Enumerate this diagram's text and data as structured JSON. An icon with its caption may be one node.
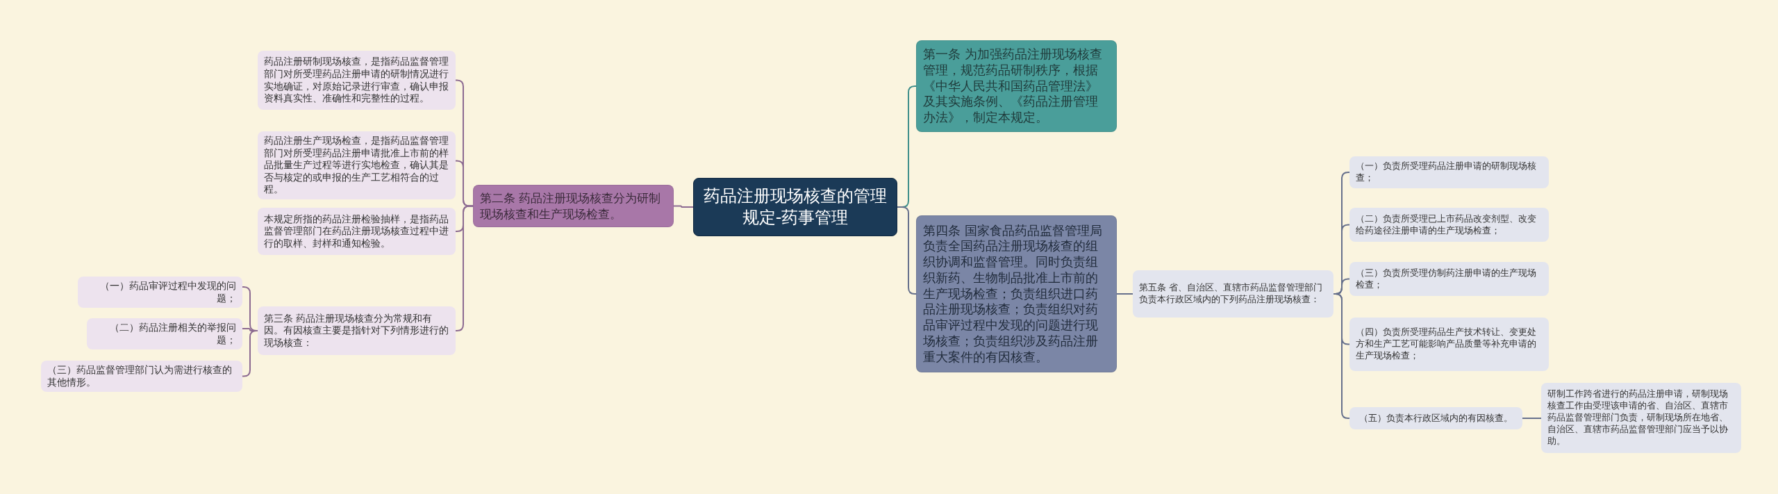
{
  "diagram": {
    "nodes": [
      {
        "text": [
          "药品注册现场核查的管理规定-药事管理"
        ]
      },
      {
        "text": [
          "第二条 药品注册现场核查分为研制现场核查和生产现场检查。"
        ]
      },
      {
        "text": [
          "药品注册研制现场核查，是指药品监督管理部门对所受理药品注册申请的研制情况进行实地确证，对原始记录进行审查，确认申报资料真实性、准确性和完整性的过程。"
        ]
      },
      {
        "text": [
          "药品注册生产现场检查，是指药品监督管理部门对所受理药品注册申请批准上市前的样品批量生产过程等进行实地检查，确认其是否与核定的或申报的生产工艺相符合的过程。"
        ]
      },
      {
        "text": [
          "本规定所指的药品注册检验抽样，是指药品监督管理部门在药品注册现场核查过程中进行的取样、封样和通知检验。"
        ]
      },
      {
        "text": [
          "第三条 药品注册现场核查分为常规和有因。有因核查主要是指针对下列情形进行的现场核查："
        ]
      },
      {
        "text": [
          "（一）药品审评过程中发现的问题；"
        ]
      },
      {
        "text": [
          "（二）药品注册相关的举报问题；"
        ]
      },
      {
        "text": [
          "（三）药品监督管理部门认为需进行核查的其他情形。"
        ]
      },
      {
        "text": [
          "第一条 为加强药品注册现场核查管理，规范药品研制秩序，根据《中华人民共和国药品管理法》及其实施条例、《药品注册管理办法》，制定本规定。"
        ]
      },
      {
        "text": [
          "第四条 国家食品药品监督管理局负责全国药品注册现场核查的组织协调和监督管理。同时负责组织新药、生物制品批准上市前的生产现场检查；负责组织进口药品注册现场核查；负责组织对药品审评过程中发现的问题进行现场核查；负责组织涉及药品注册重大案件的有因核查。"
        ]
      },
      {
        "text": [
          "第五条 省、自治区、直辖市药品监督管理部门负责本行政区域内的下列药品注册现场核查："
        ]
      },
      {
        "text": [
          "（一）负责所受理药品注册申请的研制现场核查；"
        ]
      },
      {
        "text": [
          "（二）负责所受理已上市药品改变剂型、改变给药途径注册申请的生产现场检查；"
        ]
      },
      {
        "text": [
          "（三）负责所受理仿制药注册申请的生产现场检查；"
        ]
      },
      {
        "text": [
          "（四）负责所受理药品生产技术转让、变更处方和生产工艺可能影响产品质量等补充申请的生产现场检查；"
        ]
      },
      {
        "text": [
          "（五）负责本行政区域内的有因核查。"
        ]
      },
      {
        "text": [
          "研制工作跨省进行的药品注册申请，研制现场核查工作由受理该申请的省、自治区、直辖市药品监督管理部门负责，研制现场所在地省、自治区、直辖市药品监督管理部门应当予以协助。"
        ]
      }
    ],
    "edges": [
      {
        "from": 0,
        "to": 1,
        "arrow": "none",
        "color": "#8c6a91"
      },
      {
        "from": 1,
        "to": 2,
        "arrow": "none",
        "color": "#8c6a91"
      },
      {
        "from": 1,
        "to": 3,
        "arrow": "none",
        "color": "#8c6a91"
      },
      {
        "from": 1,
        "to": 4,
        "arrow": "none",
        "color": "#8c6a91"
      },
      {
        "from": 1,
        "to": 5,
        "arrow": "none",
        "color": "#8c6a91"
      },
      {
        "from": 5,
        "to": 6,
        "arrow": "none",
        "color": "#8c6a91"
      },
      {
        "from": 5,
        "to": 7,
        "arrow": "none",
        "color": "#8c6a91"
      },
      {
        "from": 5,
        "to": 8,
        "arrow": "none",
        "color": "#8c6a91"
      },
      {
        "from": 0,
        "to": 9,
        "arrow": "none",
        "color": "#3f8f8b"
      },
      {
        "from": 0,
        "to": 10,
        "arrow": "none",
        "color": "#66708c"
      },
      {
        "from": 10,
        "to": 11,
        "arrow": "none",
        "color": "#66708c"
      },
      {
        "from": 11,
        "to": 12,
        "arrow": "none",
        "color": "#66708c"
      },
      {
        "from": 11,
        "to": 13,
        "arrow": "none",
        "color": "#66708c"
      },
      {
        "from": 11,
        "to": 14,
        "arrow": "none",
        "color": "#66708c"
      },
      {
        "from": 11,
        "to": 15,
        "arrow": "none",
        "color": "#66708c"
      },
      {
        "from": 11,
        "to": 16,
        "arrow": "none",
        "color": "#66708c"
      },
      {
        "from": 16,
        "to": 17,
        "arrow": "none",
        "color": "#66708c"
      }
    ]
  }
}
